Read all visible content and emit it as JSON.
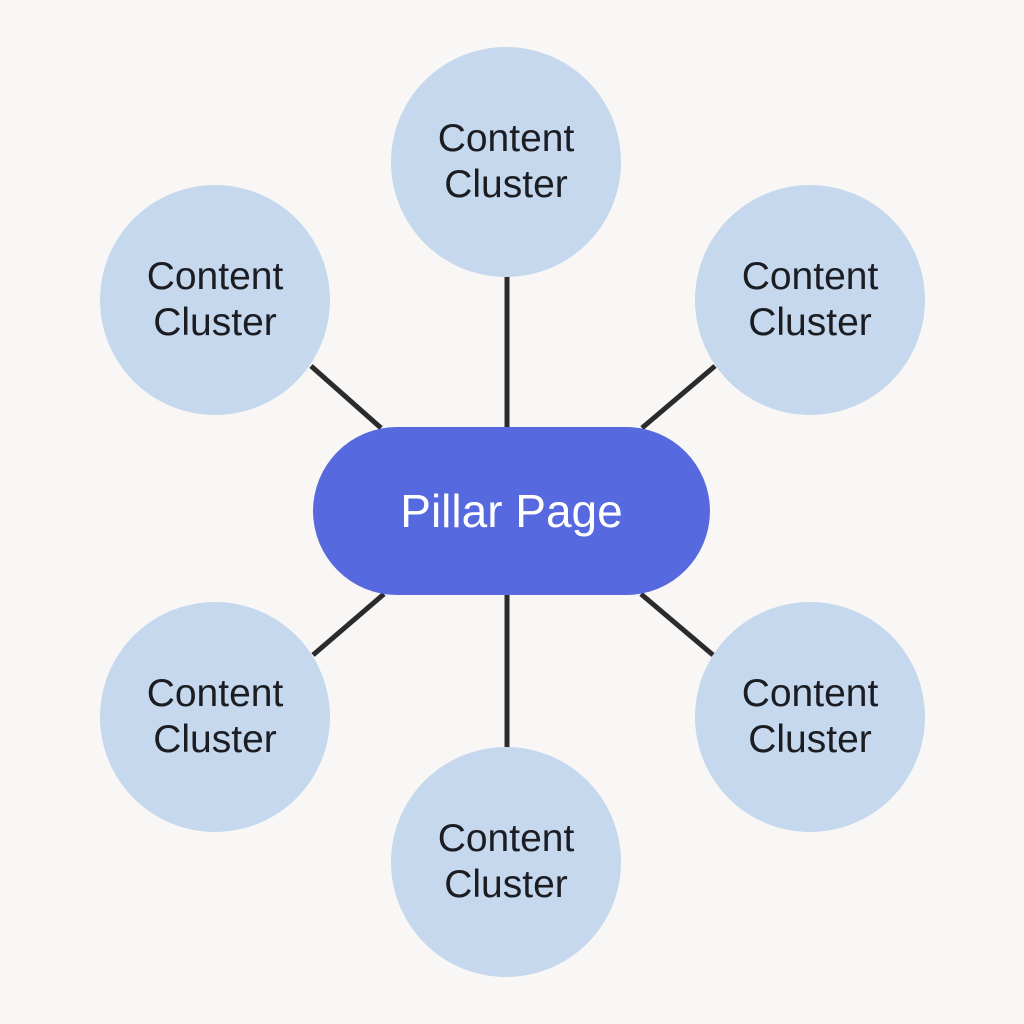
{
  "diagram": {
    "center": {
      "label": "Pillar Page"
    },
    "nodes": [
      {
        "label": "Content Cluster"
      },
      {
        "label": "Content Cluster"
      },
      {
        "label": "Content Cluster"
      },
      {
        "label": "Content Cluster"
      },
      {
        "label": "Content Cluster"
      },
      {
        "label": "Content Cluster"
      }
    ]
  },
  "colors": {
    "background": "#f9f7f5",
    "cluster_fill": "#c5d8ee",
    "pillar_fill": "#5769df",
    "connector": "#2b2b2b"
  }
}
